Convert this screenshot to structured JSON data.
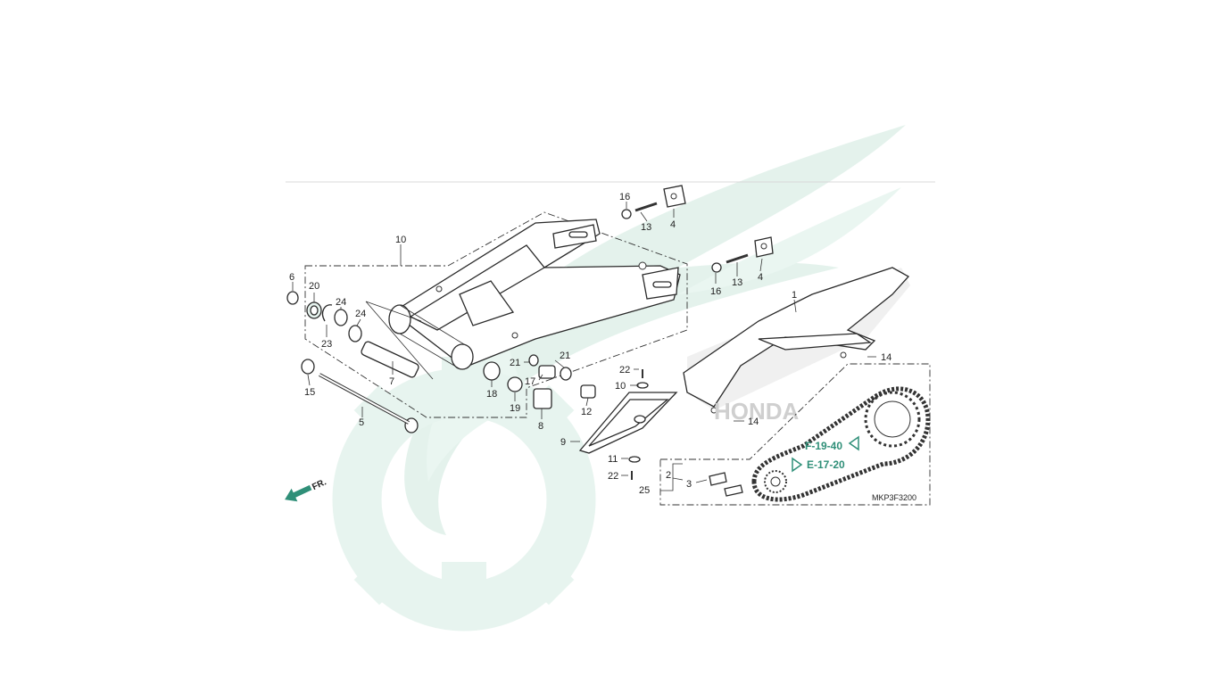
{
  "diagram": {
    "code": "MKP3F3200",
    "front_marker": "FR.",
    "refs": [
      "F-19-40",
      "E-17-20"
    ],
    "brand_watermark": "HONDA",
    "labels": [
      {
        "id": "l1",
        "text": "1"
      },
      {
        "id": "l2",
        "text": "2"
      },
      {
        "id": "l3",
        "text": "3"
      },
      {
        "id": "l4a",
        "text": "4"
      },
      {
        "id": "l4b",
        "text": "4"
      },
      {
        "id": "l5",
        "text": "5"
      },
      {
        "id": "l6",
        "text": "6"
      },
      {
        "id": "l7",
        "text": "7"
      },
      {
        "id": "l8",
        "text": "8"
      },
      {
        "id": "l9",
        "text": "9"
      },
      {
        "id": "l10a",
        "text": "10"
      },
      {
        "id": "l10b",
        "text": "10"
      },
      {
        "id": "l11",
        "text": "11"
      },
      {
        "id": "l12",
        "text": "12"
      },
      {
        "id": "l13a",
        "text": "13"
      },
      {
        "id": "l13b",
        "text": "13"
      },
      {
        "id": "l14a",
        "text": "14"
      },
      {
        "id": "l14b",
        "text": "14"
      },
      {
        "id": "l15",
        "text": "15"
      },
      {
        "id": "l16a",
        "text": "16"
      },
      {
        "id": "l16b",
        "text": "16"
      },
      {
        "id": "l17",
        "text": "17"
      },
      {
        "id": "l18",
        "text": "18"
      },
      {
        "id": "l19",
        "text": "19"
      },
      {
        "id": "l20",
        "text": "20"
      },
      {
        "id": "l21a",
        "text": "21"
      },
      {
        "id": "l21b",
        "text": "21"
      },
      {
        "id": "l22a",
        "text": "22"
      },
      {
        "id": "l22b",
        "text": "22"
      },
      {
        "id": "l23",
        "text": "23"
      },
      {
        "id": "l24a",
        "text": "24"
      },
      {
        "id": "l24b",
        "text": "24"
      },
      {
        "id": "l25",
        "text": "25"
      }
    ]
  }
}
